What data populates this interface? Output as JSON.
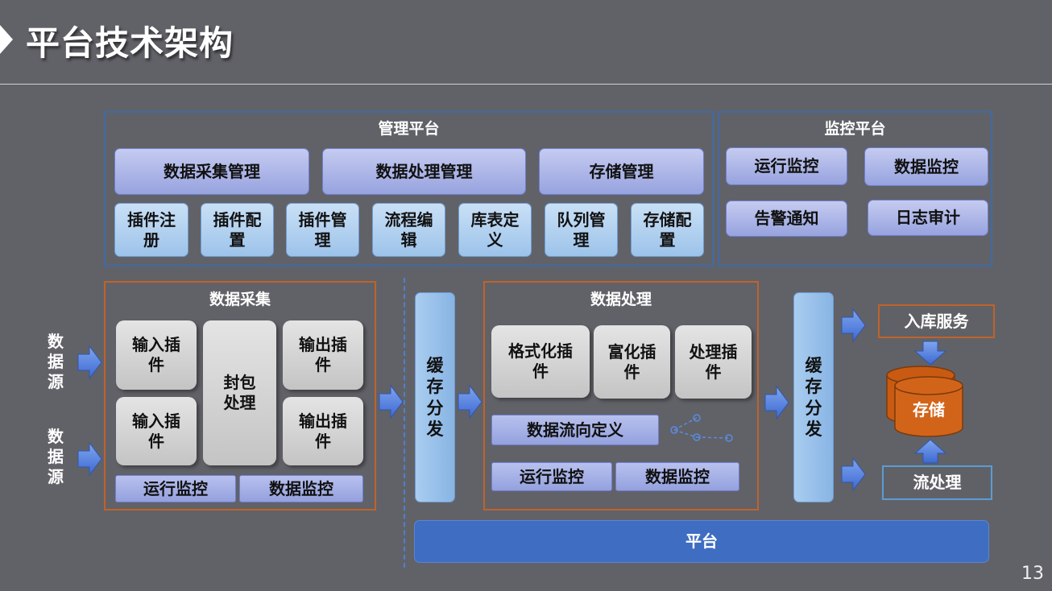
{
  "page": {
    "title": "平台技术架构",
    "page_number": "13"
  },
  "management": {
    "title": "管理平台",
    "top": [
      "数据采集管理",
      "数据处理管理",
      "存储管理"
    ],
    "sub": [
      "插件注册",
      "插件配置",
      "插件管理",
      "流程编辑",
      "库表定义",
      "队列管理",
      "存储配置"
    ]
  },
  "monitor": {
    "title": "监控平台",
    "items": [
      "运行监控",
      "数据监控",
      "告警通知",
      "日志审计"
    ]
  },
  "sources": [
    "数据源",
    "数据源"
  ],
  "collection": {
    "title": "数据采集",
    "input1": "输入插件",
    "input2": "输入插件",
    "pack": "封包处理",
    "output1": "输出插件",
    "output2": "输出插件",
    "run_monitor": "运行监控",
    "data_monitor": "数据监控"
  },
  "cache": [
    "缓存分发",
    "缓存分发"
  ],
  "processing": {
    "title": "数据处理",
    "plugins": [
      "格式化插件",
      "富化插件",
      "处理插件"
    ],
    "flow_def": "数据流向定义",
    "run_monitor": "运行监控",
    "data_monitor": "数据监控"
  },
  "storage": {
    "ingest": "入库服务",
    "store": "存储",
    "stream": "流处理"
  },
  "platform": "平台",
  "colors": {
    "background": "#616268",
    "orange_frame": "#c0622a",
    "blue_frame": "#3f6aa6",
    "platform": "#3e6dc2",
    "storage": "#c85a12"
  }
}
